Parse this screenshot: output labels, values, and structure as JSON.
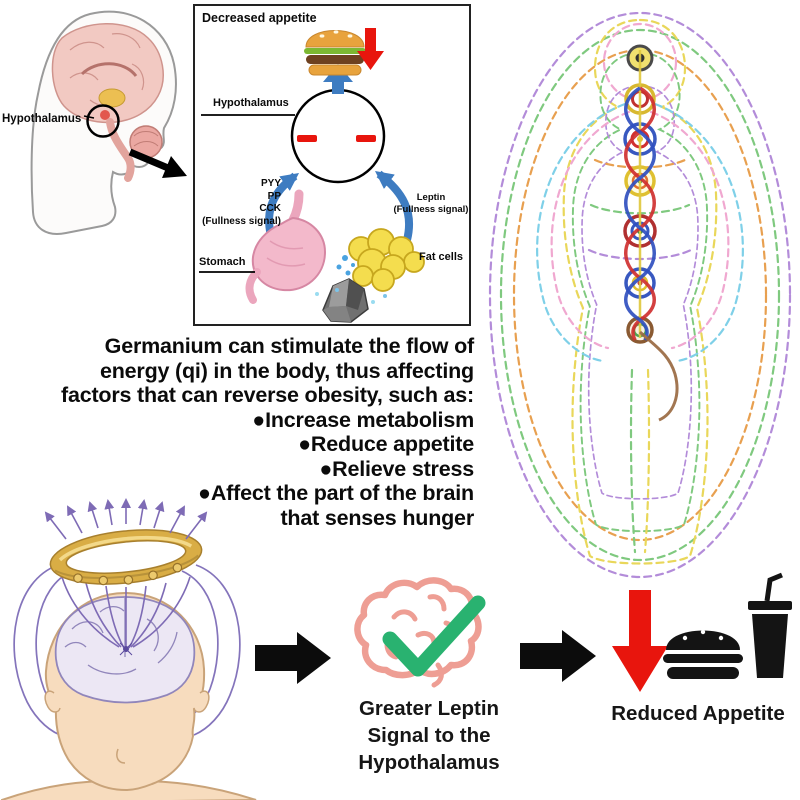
{
  "colors": {
    "red": "#e8150d",
    "blue": "#3e7cc1",
    "green": "#29b270",
    "gold": "#d9ad45",
    "salmon": "#ee9e94",
    "black": "#0c0c0c"
  },
  "brain_inset": {
    "hypothalamus_label": "Hypothalamus"
  },
  "appetite_box": {
    "title": "Decreased appetite",
    "hypothalamus_label": "Hypothalamus",
    "satiety_signals_label": "PYY\nPP\nCCK\n(Fullness signal)",
    "leptin_label": "Leptin\n(Fullness signal)",
    "stomach_label": "Stomach",
    "fat_cells_label": "Fat cells"
  },
  "main_text": {
    "lines": [
      "Germanium can stimulate the flow of",
      "energy (qi) in the body, thus affecting",
      "factors that can reverse obesity, such as:",
      "●Increase metabolism",
      "●Reduce appetite",
      "●Relieve stress",
      "●Affect the part of the brain",
      "that senses hunger"
    ]
  },
  "flow": {
    "leptin_caption": "Greater Leptin\nSignal to the\nHypothalamus",
    "reduced_appetite_caption": "Reduced Appetite"
  },
  "icons": {
    "burger": "hamburger glyph",
    "down_arrow": "▼ red decrease arrow",
    "up_arrow": "▲ blue signal arrow",
    "right_arrow": "➜ black flow arrow",
    "check": "✓ green check",
    "minus": "− red inhibition sign",
    "brain": "brain outline",
    "fast_food": "burger and drink cup",
    "gold_ring": "germanium gold ring",
    "crystal": "germanium crystal"
  }
}
